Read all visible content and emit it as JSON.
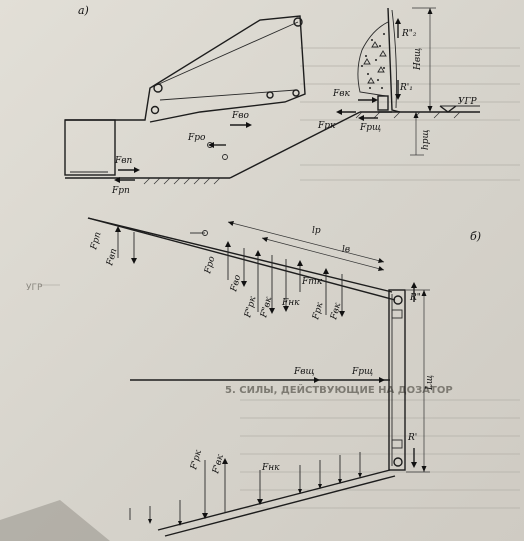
{
  "figure": {
    "panel_a_label": "а)",
    "panel_b_label": "б)",
    "labels_a": {
      "r2": "R\"₂",
      "r1": "R'₁",
      "h_vsh": "Hвщ",
      "ugr": "УГР",
      "h_rsh": "hрщ",
      "f_vk": "Fвк",
      "f_rk": "Fрк",
      "f_rsh": "Fрщ",
      "f_vo": "Fво",
      "f_ro": "Fро",
      "f_vp": "Fвп",
      "f_rp": "Fрп"
    },
    "labels_b": {
      "l_p": "lр",
      "l_v": "lв",
      "f_rp": "Fрп",
      "f_vp": "Fвп",
      "f_ro": "Fро",
      "f_vo": "Fво",
      "f_rk_pp": "F\"рк",
      "f_vk_pp": "F\"вк",
      "f_nk": "Fнк",
      "f_tk": "Fтк",
      "f_rk": "Fрк",
      "f_vk": "Fвк",
      "r_pp": "R\"",
      "r_p": "R'",
      "f_vsh": "Fвщ",
      "f_rsh": "Fрщ",
      "l_sh": "Lщ",
      "f_rk_p": "F'рк",
      "f_vk_p": "F'вк",
      "f_nk_b": "Fнк"
    },
    "background_text": {
      "heading": "5. СИЛЫ, ДЕЙСТВУЮЩИЕ НА ДОЗАТОР",
      "ugr": "УГР"
    }
  }
}
